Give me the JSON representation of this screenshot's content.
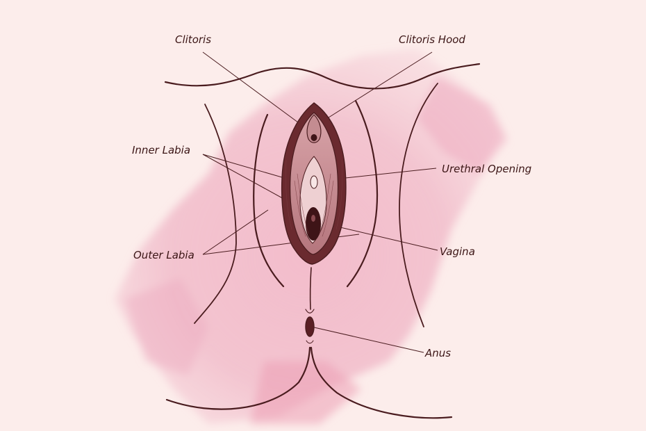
{
  "labels": {
    "clitoris": "Clitoris",
    "clitoris_hood": "Clitoris Hood",
    "inner_labia": "Inner Labia",
    "urethral_opening": "Urethral Opening",
    "outer_labia": "Outer Labia",
    "vagina": "Vagina",
    "anus": "Anus"
  },
  "colors": {
    "background": "#fcedeb",
    "wash": "#eeaec1",
    "line": "#4a1c1f",
    "fill_dark": "#5a1f24",
    "fill_mid": "#a8686f",
    "fill_light": "#f4d2d4",
    "text": "#3b1515"
  }
}
